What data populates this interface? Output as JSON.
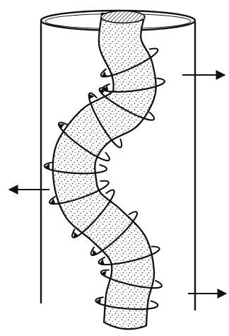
{
  "figure": {
    "description_labels": [],
    "colors": {
      "ink": "#111111",
      "background": "#ffffff",
      "lid_hatch": "#333333"
    },
    "elements": {
      "container": "cylinder-outline",
      "rod": "wavy-stippled-column",
      "coil": "helical-loop",
      "arrows": [
        "arrow-right-upper",
        "arrow-left-middle",
        "arrow-right-lower"
      ]
    },
    "coil_turn_count": 12,
    "arrow_count": 3
  }
}
